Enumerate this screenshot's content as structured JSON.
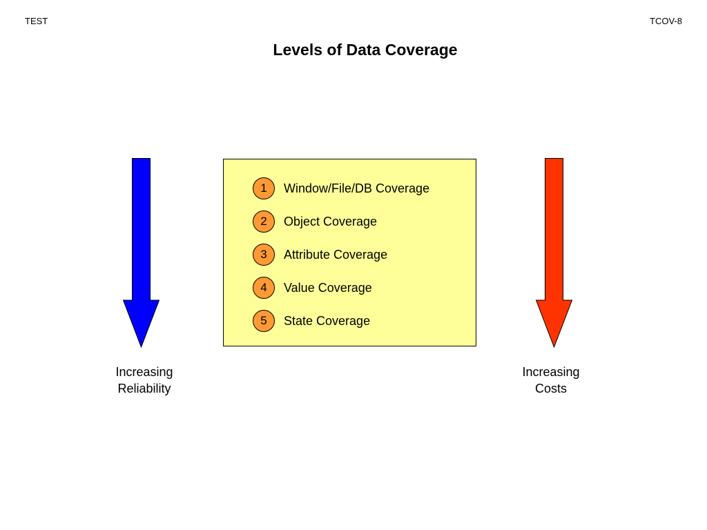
{
  "header": {
    "left": "TEST",
    "right": "TCOV-8"
  },
  "title": "Levels of Data Coverage",
  "levels": [
    {
      "number": "1",
      "label": "Window/File/DB Coverage"
    },
    {
      "number": "2",
      "label": "Object Coverage"
    },
    {
      "number": "3",
      "label": "Attribute Coverage"
    },
    {
      "number": "4",
      "label": "Value Coverage"
    },
    {
      "number": "5",
      "label": "State Coverage"
    }
  ],
  "arrows": {
    "left": {
      "caption": [
        "Increasing",
        "Reliability"
      ],
      "color": "#0000ff"
    },
    "right": {
      "caption": [
        "Increasing",
        "Costs"
      ],
      "color": "#ff3300"
    }
  },
  "colors": {
    "box_fill": "#ffff99",
    "badge_fill": "#ff9933"
  }
}
